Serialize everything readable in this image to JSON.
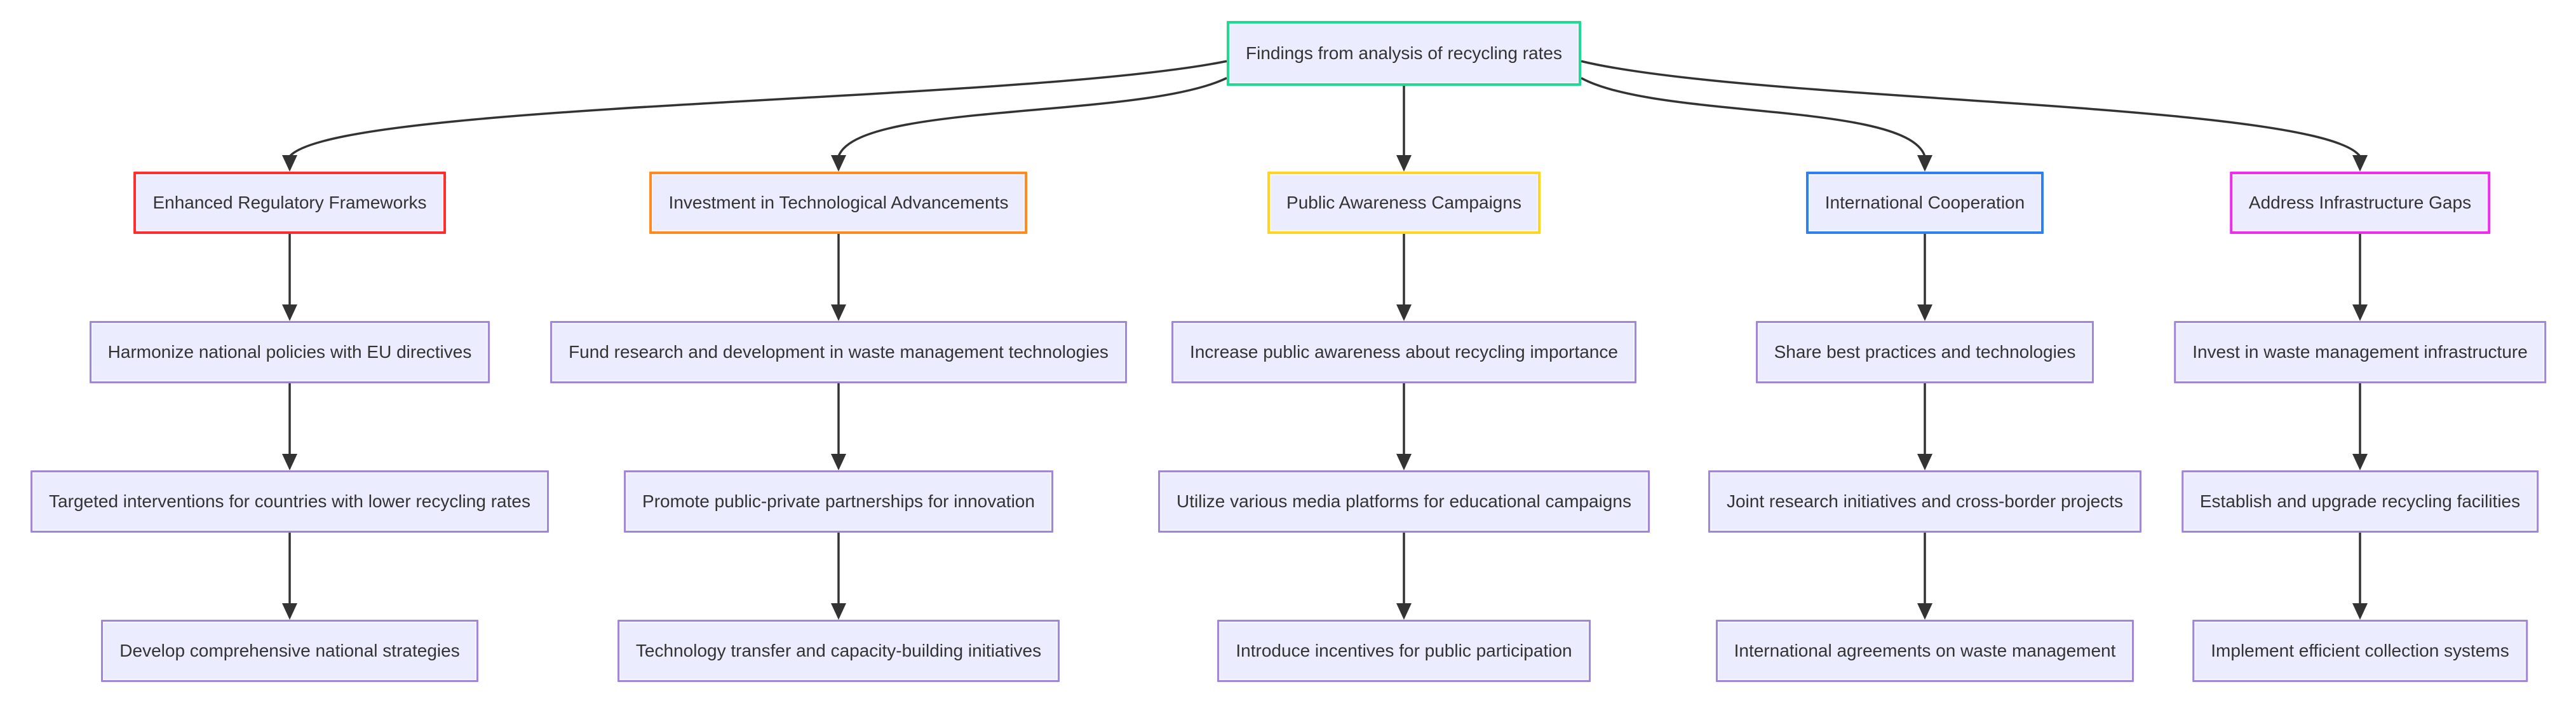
{
  "diagram": {
    "root": {
      "label": "Findings from analysis of recycling rates",
      "border_color": "#1EDC8F"
    },
    "columns": [
      {
        "category": "Enhanced Regulatory Frameworks",
        "border_color": "#FF2D2D",
        "steps": [
          "Harmonize national policies with EU directives",
          "Targeted interventions for countries with lower recycling rates",
          "Develop comprehensive national strategies"
        ]
      },
      {
        "category": "Investment in Technological Advancements",
        "border_color": "#FF8A1E",
        "steps": [
          "Fund research and development in waste management technologies",
          "Promote public-private partnerships for innovation",
          "Technology transfer and capacity-building initiatives"
        ]
      },
      {
        "category": "Public Awareness Campaigns",
        "border_color": "#FFD51E",
        "steps": [
          "Increase public awareness about recycling importance",
          "Utilize various media platforms for educational campaigns",
          "Introduce incentives for public participation"
        ]
      },
      {
        "category": "International Cooperation",
        "border_color": "#2D7FF3",
        "steps": [
          "Share best practices and technologies",
          "Joint research initiatives and cross-border projects",
          "International agreements on waste management"
        ]
      },
      {
        "category": "Address Infrastructure Gaps",
        "border_color": "#EE2BEE",
        "steps": [
          "Invest in waste management infrastructure",
          "Establish and upgrade recycling facilities",
          "Implement efficient collection systems"
        ]
      }
    ],
    "colors": {
      "node_fill": "#ECECFF",
      "step_border": "#9F86D8",
      "edge": "#333333",
      "text": "#333333",
      "background": "#FFFFFF"
    }
  }
}
